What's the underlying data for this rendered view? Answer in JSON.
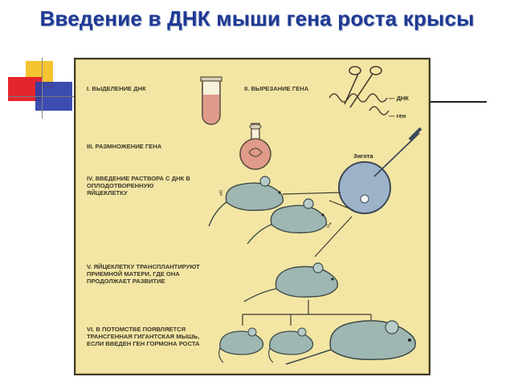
{
  "slide": {
    "title": "Введение в ДНК мыши гена роста крысы"
  },
  "steps": [
    "I. ВЫДЕЛЕНИЕ ДНК",
    "II. ВЫРЕЗАНИЕ ГЕНА",
    "III. РАЗМНОЖЕНИЕ ГЕНА",
    "IV. ВВЕДЕНИЕ РАСТВОРА С ДНК В ОПЛОДОТВОРЕННУЮ ЯЙЦЕКЛЕТКУ",
    "V. ЯЙЦЕКЛЕТКУ ТРАНСПЛАНТИРУЮТ ПРИЕМНОЙ МАТЕРИ, ГДЕ ОНА ПРОДОЛЖАЕТ РАЗВИТИЕ",
    "VI. В ПОТОМСТВЕ ПОЯВЛЯЕТСЯ ТРАНСГЕННАЯ ГИГАНТСКАЯ МЫШЬ, ЕСЛИ ВВЕДЕН ГЕН ГОРМОНА РОСТА"
  ],
  "labels": {
    "dna": "— ДНК",
    "gene": "— ген",
    "zygote": "Зигота",
    "female": "♀",
    "male": "♂"
  },
  "colors": {
    "title": "#1f3a93",
    "panel": "#f3e6a4",
    "mouse": "#9fb7b3",
    "zygote": "#9db3c9",
    "tube_fill": "#e09a8a"
  }
}
